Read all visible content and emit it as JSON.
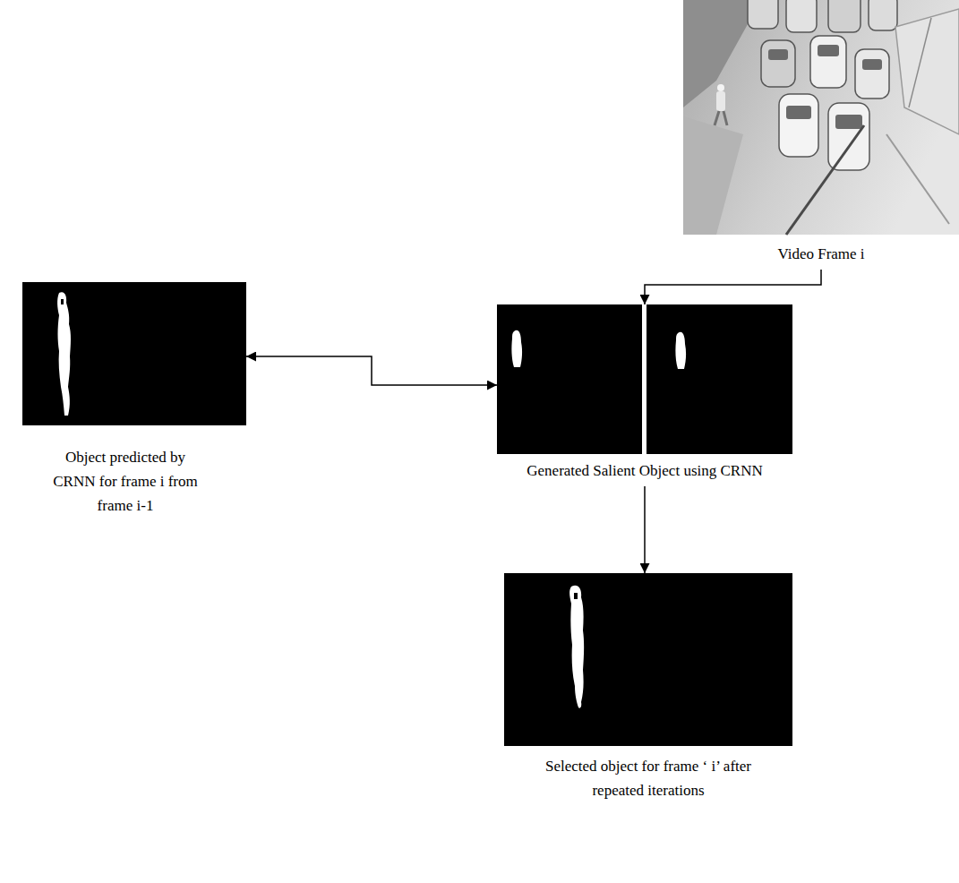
{
  "diagram": {
    "nodes": [
      {
        "text": [
          "Video Frame i"
        ]
      },
      {
        "text": [
          "Object predicted by CRNN for frame i from frame i-1"
        ]
      },
      {
        "text": [
          "Generated Salient Object using CRNN"
        ]
      },
      {
        "text": [
          "Selected object for frame ‘ i’ after repeated iterations"
        ]
      }
    ],
    "edges": [
      {
        "from": 0,
        "to": 2,
        "arrow": "to"
      },
      {
        "from": 1,
        "to": 2,
        "arrow": "both"
      },
      {
        "from": 2,
        "to": 3,
        "arrow": "to"
      }
    ]
  }
}
